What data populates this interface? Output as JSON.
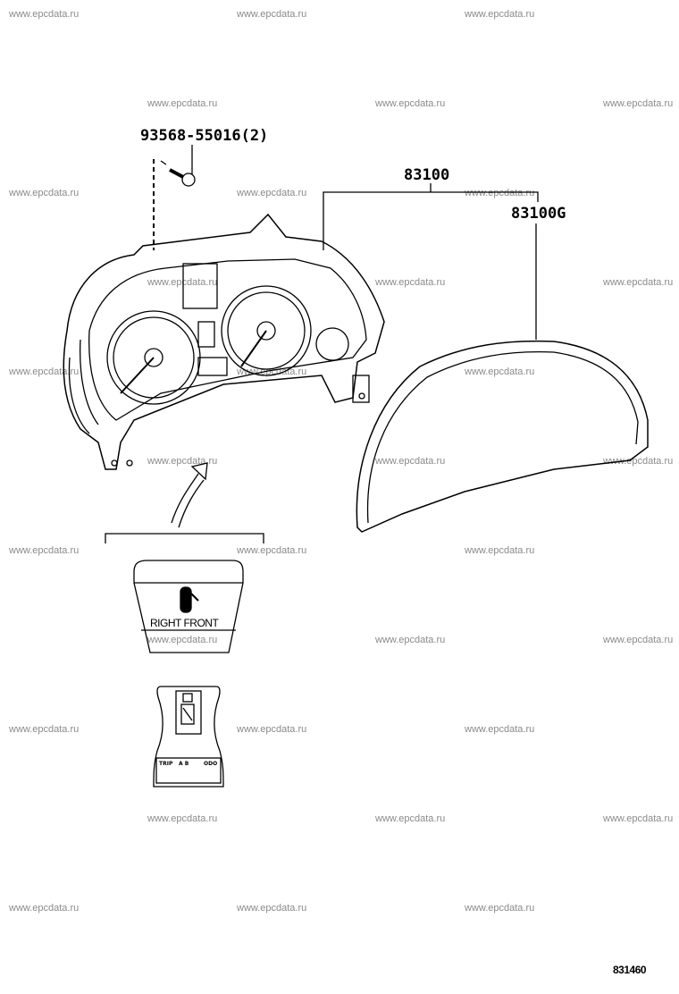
{
  "watermark": "www.epcdata.ru",
  "parts": {
    "screw": "93568-55016(2)",
    "meter_assy": "83100",
    "glass": "83100G"
  },
  "details": {
    "door_display_text": "RIGHT FRONT",
    "odo_labels": {
      "trip": "TRIP",
      "ab": "A B",
      "odo": "ODO"
    }
  },
  "diagram_code": "831460"
}
